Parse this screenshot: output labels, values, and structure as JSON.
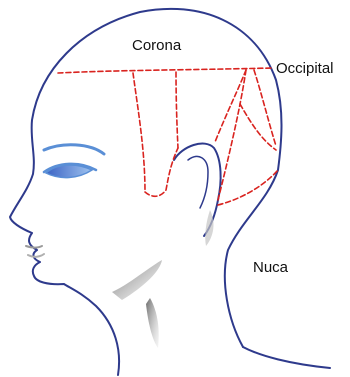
{
  "labels": {
    "corona": "Corona",
    "occipital": "Occipital",
    "nuca": "Nuca"
  },
  "colors": {
    "outline": "#2e3a8c",
    "section_lines": "#d9231f",
    "eye": "#5a8fd6",
    "shadow": "#9a9a9a"
  }
}
